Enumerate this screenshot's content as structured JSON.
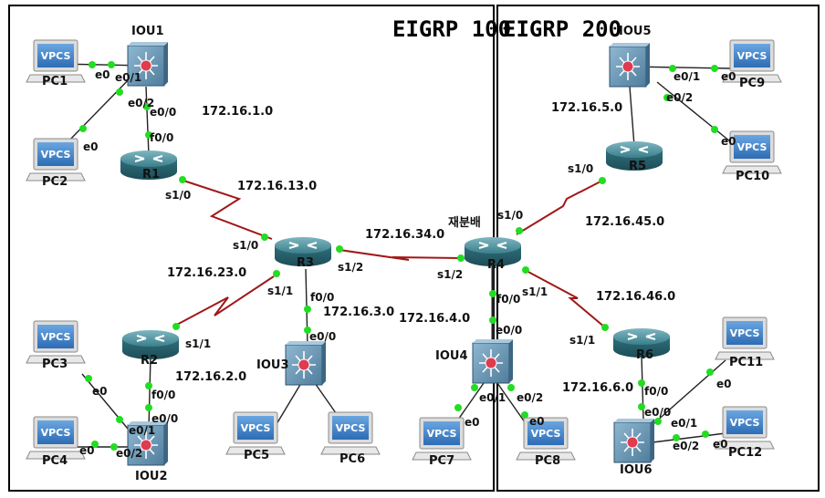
{
  "areas": {
    "left": "EIGRP 100",
    "right": "EIGRP 200"
  },
  "colors": {
    "link_ethernet": "#222222",
    "link_serial": "#a01818",
    "link_up": "#22dd22",
    "router_top": "#3a7f8c",
    "switch_face": "#5e8fae"
  },
  "devices": {
    "pc1": "PC1",
    "pc2": "PC2",
    "iou1": "IOU1",
    "r1": "R1",
    "pc3": "PC3",
    "pc4": "PC4",
    "iou2": "IOU2",
    "r2": "R2",
    "r3": "R3",
    "iou3": "IOU3",
    "pc5": "PC5",
    "pc6": "PC6",
    "r4": "R4",
    "r4_note": "재분배",
    "iou4": "IOU4",
    "pc7": "PC7",
    "pc8": "PC8",
    "iou5": "IOU5",
    "pc9": "PC9",
    "pc10": "PC10",
    "r5": "R5",
    "r6": "R6",
    "iou6": "IOU6",
    "pc11": "PC11",
    "pc12": "PC12"
  },
  "pc_badge": "VPCS",
  "networks": {
    "n1": "172.16.1.0",
    "n13": "172.16.13.0",
    "n23": "172.16.23.0",
    "n2": "172.16.2.0",
    "n3": "172.16.3.0",
    "n34": "172.16.34.0",
    "n4": "172.16.4.0",
    "n5": "172.16.5.0",
    "n45": "172.16.45.0",
    "n46": "172.16.46.0",
    "n6": "172.16.6.0"
  },
  "interfaces": {
    "pc1_e0": "e0",
    "iou1_e01": "e0/1",
    "pc2_e0": "e0",
    "iou1_e02": "e0/2",
    "iou1_e00": "e0/0",
    "r1_f00": "f0/0",
    "r1_s10": "s1/0",
    "r3_s10": "s1/0",
    "r3_s12": "s1/2",
    "r3_s11": "s1/1",
    "r3_f00": "f0/0",
    "r2_s11": "s1/1",
    "r2_f00": "f0/0",
    "iou2_e00": "e0/0",
    "pc3_e0": "e0",
    "iou2_e01": "e0/1",
    "pc4_e0": "e0",
    "iou2_e02": "e0/2",
    "iou3_e00": "e0/0",
    "r4_s12": "s1/2",
    "r4_s10": "s1/0",
    "r4_f00": "f0/0",
    "r4_s11": "s1/1",
    "iou4_e00": "e0/0",
    "iou4_e01": "e0/1",
    "pc7_e0": "e0",
    "iou4_e02": "e0/2",
    "pc8_e0": "e0",
    "iou5_e01": "e0/1",
    "pc9_e0": "e0",
    "iou5_e02": "e0/2",
    "pc10_e0": "e0",
    "r5_s10": "s1/0",
    "r6_s11": "s1/1",
    "r6_f00": "f0/0",
    "iou6_e00": "e0/0",
    "iou6_e01": "e0/1",
    "pc11_e0": "e0",
    "iou6_e02": "e0/2",
    "pc12_e0": "e0"
  }
}
